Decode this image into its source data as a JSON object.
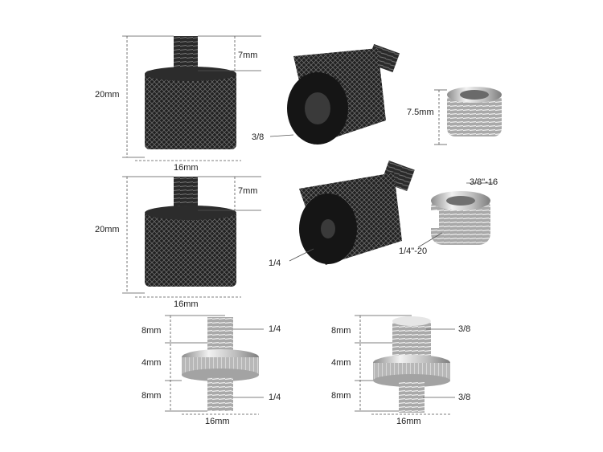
{
  "labels": {
    "adapter_a": {
      "height": "20mm",
      "thread": "7mm",
      "width": "16mm"
    },
    "adapter_b": {
      "height": "20mm",
      "thread": "7mm",
      "width": "16mm"
    },
    "knurled_female_a": {
      "thread": "3/8"
    },
    "knurled_female_b": {
      "thread": "1/4"
    },
    "bushing_small": {
      "height": "7.5mm"
    },
    "bushing_split": {
      "outer": "3/8\"-16",
      "inner": "1/4\"-20"
    },
    "double_screw_a": {
      "top_thread_len": "8mm",
      "flange": "4mm",
      "bottom_thread_len": "8mm",
      "width": "16mm",
      "top_size": "1/4",
      "bottom_size": "1/4"
    },
    "double_screw_b": {
      "top_thread_len": "8mm",
      "flange": "4mm",
      "bottom_thread_len": "8mm",
      "width": "16mm",
      "top_size": "3/8",
      "bottom_size": "3/8"
    }
  },
  "colors": {
    "black_metal": "#1b1b1b",
    "silver_metal": "#c9c9c9",
    "dim_line": "#555555"
  }
}
